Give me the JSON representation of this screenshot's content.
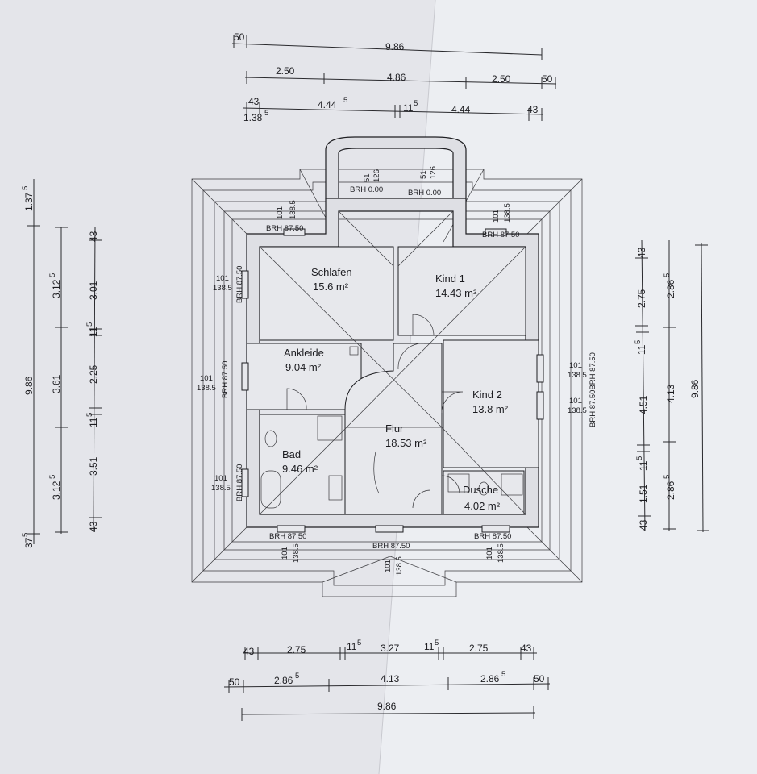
{
  "dimensions": {
    "top": {
      "row1": [
        "50",
        "9.86"
      ],
      "row2": [
        "2.50",
        "4.86",
        "2.50",
        "50"
      ],
      "row3": [
        "43",
        "4.44",
        "5",
        "11",
        "5",
        "4.44",
        "43"
      ],
      "row3b": [
        "1.38",
        "5"
      ]
    },
    "bottom": {
      "row1": [
        "43",
        "2.75",
        "11",
        "5",
        "3.27",
        "11",
        "5",
        "2.75",
        "43"
      ],
      "row2": [
        "50",
        "2.86",
        "5",
        "4.13",
        "2.86",
        "5",
        "50"
      ],
      "row3": [
        "9.86"
      ]
    },
    "left": {
      "outer": [
        "37",
        "5",
        "9.86",
        "1.37",
        "5"
      ],
      "middle": [
        "3.12",
        "5",
        "3.61",
        "3.12",
        "5"
      ],
      "inner": [
        "43",
        "3.51",
        "11",
        "5",
        "2.25",
        "11",
        "5",
        "3.01",
        "43"
      ]
    },
    "right": {
      "inner": [
        "43",
        "1.51",
        "11",
        "5",
        "4.51",
        "11",
        "5",
        "2.75",
        "43"
      ],
      "middle": [
        "2.86",
        "5",
        "4.13",
        "2.86",
        "5"
      ],
      "outer": [
        "9.86"
      ]
    }
  },
  "rooms": {
    "schlafen": {
      "name": "Schlafen",
      "area": "15.6 m²"
    },
    "kind1": {
      "name": "Kind 1",
      "area": "14.43 m²"
    },
    "ankleide": {
      "name": "Ankleide",
      "area": "9.04 m²"
    },
    "kind2": {
      "name": "Kind 2",
      "area": "13.8 m²"
    },
    "flur": {
      "name": "Flur",
      "area": "18.53 m²"
    },
    "bad": {
      "name": "Bad",
      "area": "9.46 m²"
    },
    "dusche": {
      "name": "Dusche",
      "area": "4.02 m²"
    }
  },
  "windows": {
    "bay_left": {
      "w": "51",
      "h": "126",
      "brh": "BRH 0.00"
    },
    "bay_right": {
      "w": "51",
      "h": "126",
      "brh": "BRH 0.00"
    },
    "schlafen_top": {
      "w": "101",
      "h": "138.5",
      "brh": "BRH 87.50"
    },
    "kind1_top": {
      "w": "101",
      "h": "138.5",
      "brh": "BRH 87.50"
    },
    "schlafen_left": {
      "w": "101",
      "h": "138.5",
      "brh": "BRH 87.50"
    },
    "ankleide_left": {
      "w": "101",
      "h": "138.5",
      "brh": "BRH 87.50"
    },
    "bad_left": {
      "w": "101",
      "h": "138.5",
      "brh": "BRH 87.50"
    },
    "kind2_right_a": {
      "w": "101",
      "h": "138.5"
    },
    "kind2_right_b": {
      "w": "101",
      "h": "138.5"
    },
    "kind2_right_brh": "BRH 87.50BRH 87.50",
    "bad_bottom": {
      "w": "101",
      "h": "138.5",
      "brh": "BRH 87.50"
    },
    "flur_bottom": {
      "w": "101",
      "h": "138.5",
      "brh": "BRH 87.50"
    },
    "dusche_bottom": {
      "w": "101",
      "h": "138.5",
      "brh": "BRH 87.50"
    }
  }
}
